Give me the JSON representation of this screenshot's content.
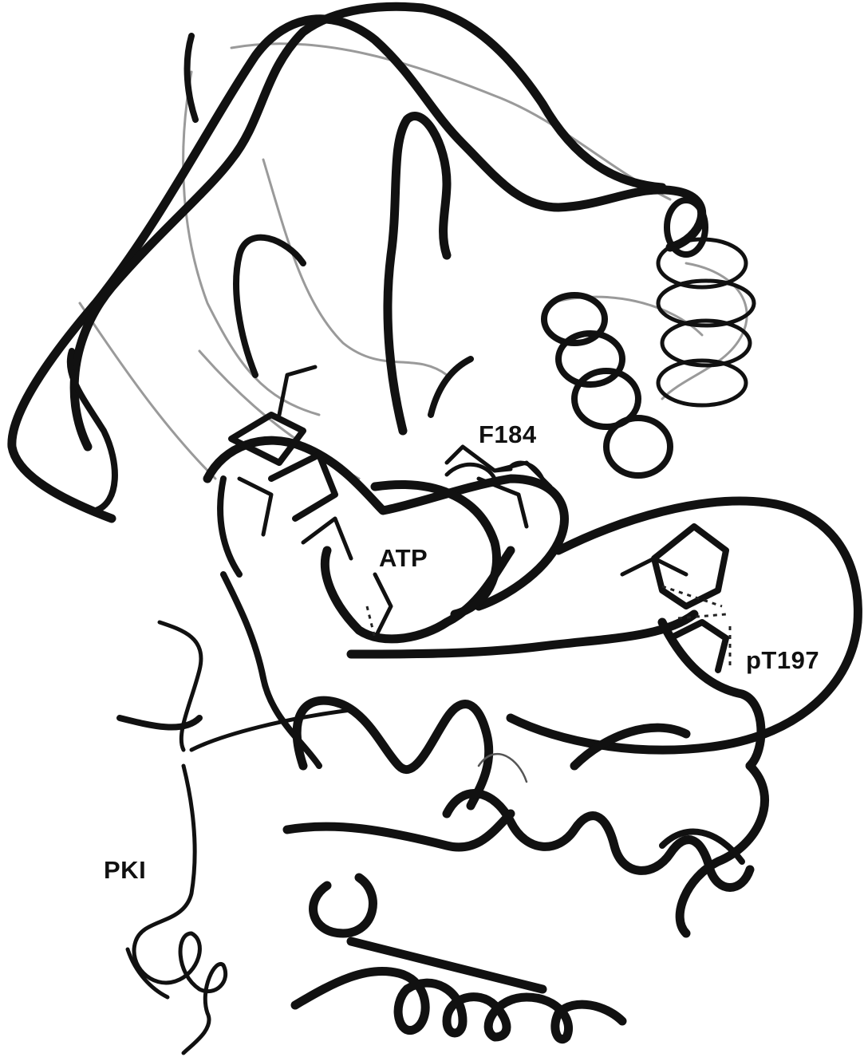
{
  "figure": {
    "labels": {
      "f184": "F184",
      "atp": "ATP",
      "pt197": "pT197",
      "pki": "PKI"
    },
    "colors": {
      "backbone": "#111111",
      "background": "#ffffff"
    }
  }
}
